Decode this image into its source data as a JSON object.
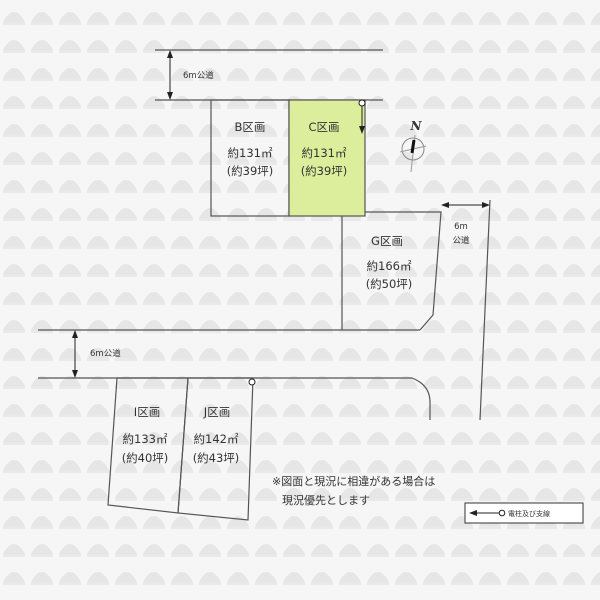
{
  "roads": {
    "top": "6m公道",
    "right_width": "6m",
    "right_type": "公道",
    "middle": "6m公道"
  },
  "lots": [
    {
      "id": "B",
      "name": "B区画",
      "area": "約131㎡",
      "tsubo": "(約39坪)",
      "highlighted": false
    },
    {
      "id": "C",
      "name": "C区画",
      "area": "約131㎡",
      "tsubo": "(約39坪)",
      "highlighted": true
    },
    {
      "id": "G",
      "name": "G区画",
      "area": "約166㎡",
      "tsubo": "(約50坪)",
      "highlighted": false
    },
    {
      "id": "I",
      "name": "I区画",
      "area": "約133㎡",
      "tsubo": "(約40坪)",
      "highlighted": false
    },
    {
      "id": "J",
      "name": "J区画",
      "area": "約142㎡",
      "tsubo": "(約43坪)",
      "highlighted": false
    }
  ],
  "compass": {
    "label": "N"
  },
  "note": {
    "line1": "※図面と現況に相違がある場合は",
    "line2": "現況優先とします"
  },
  "legend": {
    "label": "電柱及び支線"
  },
  "colors": {
    "highlight": "#dcee9c",
    "line": "#555555",
    "watermark": "#ececec"
  }
}
